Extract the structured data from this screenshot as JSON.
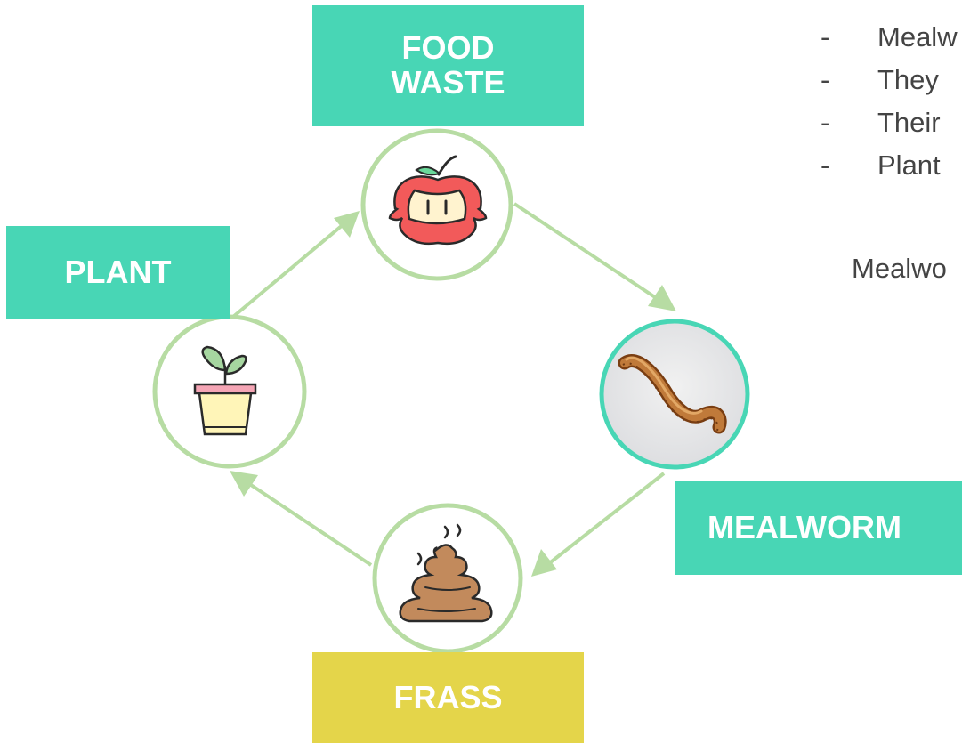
{
  "nodes": {
    "food_waste": {
      "label": "FOOD\nWASTE",
      "color": "#48d6b5",
      "icon": "apple-core-icon"
    },
    "mealworm": {
      "label": "MEALWORM",
      "color": "#48d6b5",
      "icon": "mealworm-photo"
    },
    "frass": {
      "label": "FRASS",
      "color": "#e4d54a",
      "icon": "poop-icon"
    },
    "plant": {
      "label": "PLANT",
      "color": "#48d6b5",
      "icon": "potted-plant-icon"
    }
  },
  "colors": {
    "arrow": "#b7dca3",
    "circle_ring": "#b7dca3",
    "mealworm_ring": "#48d6b5",
    "body_text": "#444444"
  },
  "bullets": [
    {
      "dash": "-",
      "text": "Mealw"
    },
    {
      "dash": "-",
      "text": "They"
    },
    {
      "dash": "-",
      "text": "Their"
    },
    {
      "dash": "-",
      "text": "Plant"
    }
  ],
  "note": "Mealwo"
}
